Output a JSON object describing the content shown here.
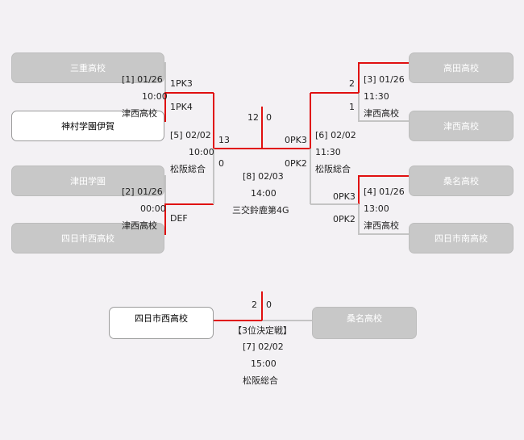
{
  "teams": {
    "t1": "三重高校",
    "t2": "神村学園伊賀",
    "t3": "津田学園",
    "t4": "四日市西高校",
    "t5": "高田高校",
    "t6": "津西高校",
    "t7": "桑名高校",
    "t8": "四日市南高校",
    "t9": "四日市西高校",
    "t10": "桑名高校"
  },
  "matches": {
    "m1": {
      "id": "[1] 01/26",
      "time": "10:00",
      "venue": "津西高校",
      "score_a": "1PK3",
      "score_b": "1PK4"
    },
    "m2": {
      "id": "[2] 01/26",
      "time": "00:00",
      "venue": "津西高校",
      "score_b": "DEF"
    },
    "m3": {
      "id": "[3] 01/26",
      "time": "11:30",
      "venue": "津西高校",
      "score_a": "2",
      "score_b": "1"
    },
    "m4": {
      "id": "[4] 01/26",
      "time": "13:00",
      "venue": "津西高校",
      "score_a": "0PK3",
      "score_b": "0PK2"
    },
    "m5": {
      "id": "[5] 02/02",
      "time": "10:00",
      "venue": "松阪総合",
      "score_a": "13",
      "score_b": "0"
    },
    "m6": {
      "id": "[6] 02/02",
      "time": "11:30",
      "venue": "松阪総合",
      "score_a": "0PK3",
      "score_b": "0PK2"
    },
    "m7": {
      "title": "【3位決定戦】",
      "id": "[7] 02/02",
      "time": "15:00",
      "venue": "松阪総合",
      "score_a": "2",
      "score_b": "0"
    },
    "m8": {
      "id": "[8] 02/03",
      "time": "14:00",
      "venue": "三交鈴鹿第4G",
      "score_a": "12",
      "score_b": "0"
    }
  },
  "colors": {
    "win_line": "#e01010",
    "lose_line": "#c4c4c4"
  }
}
